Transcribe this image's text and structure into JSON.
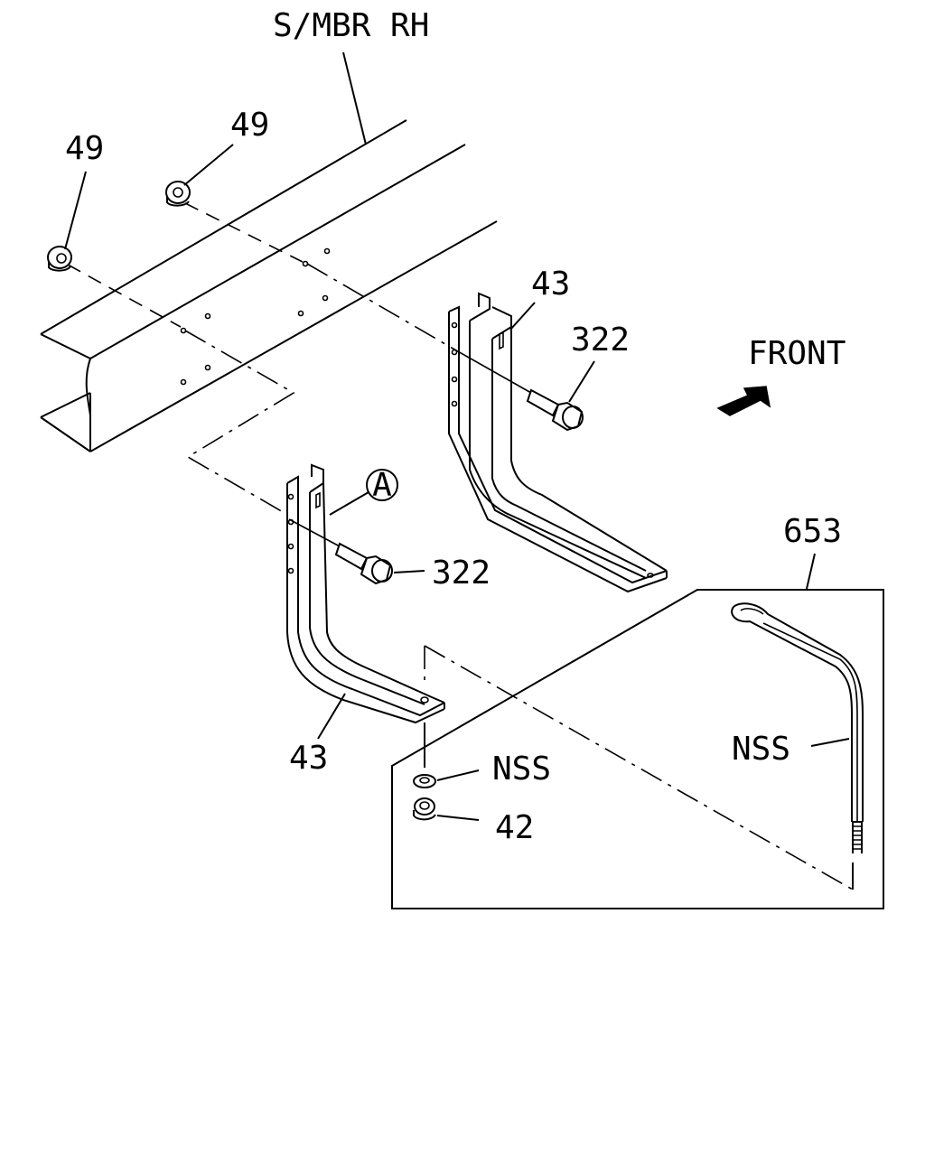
{
  "labels": {
    "side_member": "S/MBR RH",
    "nut_upper": "49",
    "nut_lower": "49",
    "bracket_rear": "43",
    "bracket_front": "43",
    "bolt_rear": "322",
    "bolt_front": "322",
    "callout_a": "A",
    "front": "FRONT",
    "kit": "653",
    "washer": "NSS",
    "nut_bottom": "42",
    "strap": "NSS"
  }
}
